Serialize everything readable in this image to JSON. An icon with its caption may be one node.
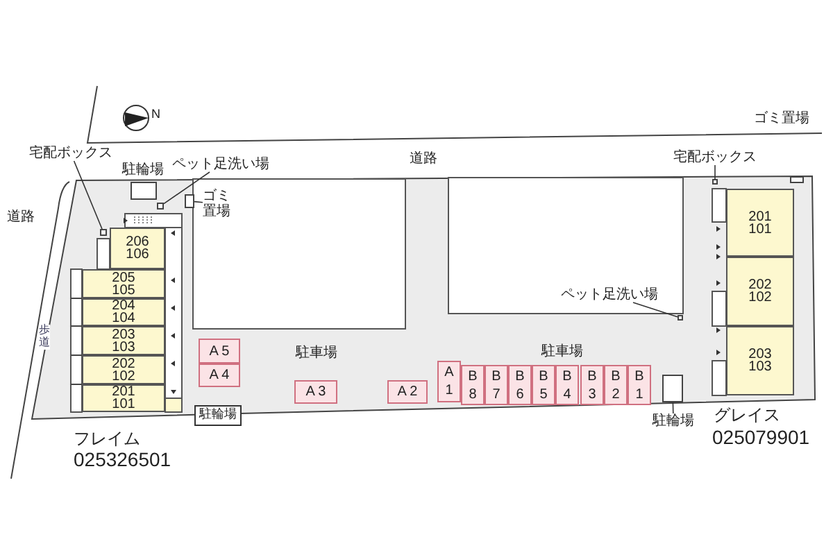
{
  "diagram": {
    "nodes": [
      {
        "text": [
          "宅配ボックス"
        ]
      },
      {
        "text": [
          "駐輪場"
        ]
      },
      {
        "text": [
          "ペット足洗い場"
        ]
      },
      {
        "text": [
          "ゴミ置場"
        ]
      },
      {
        "text": [],
        "shape": "box"
      },
      {
        "text": [],
        "shape": "box"
      },
      {
        "text": [],
        "shape": "box"
      },
      {
        "text": [
          "206",
          "106"
        ]
      },
      {
        "text": [
          "205",
          "105"
        ]
      },
      {
        "text": [
          "204",
          "104"
        ]
      },
      {
        "text": [
          "203",
          "103"
        ]
      },
      {
        "text": [
          "202",
          "102"
        ]
      },
      {
        "text": [
          "201",
          "101"
        ]
      },
      {
        "text": [
          "A 5"
        ]
      },
      {
        "text": [
          "A 4"
        ]
      },
      {
        "text": [
          "A 3"
        ]
      },
      {
        "text": [
          "A 2"
        ]
      },
      {
        "text": [
          "A 1"
        ]
      },
      {
        "text": [
          "B 8"
        ]
      },
      {
        "text": [
          "B 7"
        ]
      },
      {
        "text": [
          "B 6"
        ]
      },
      {
        "text": [
          "B 5"
        ]
      },
      {
        "text": [
          "B 4"
        ]
      },
      {
        "text": [
          "B 3"
        ]
      },
      {
        "text": [
          "B 2"
        ]
      },
      {
        "text": [
          "B 1"
        ]
      },
      {
        "text": [
          "駐輪場"
        ]
      },
      {
        "text": [
          "ゴミ置場"
        ]
      },
      {
        "text": [],
        "shape": "box"
      },
      {
        "text": [
          "宅配ボックス"
        ]
      },
      {
        "text": [],
        "shape": "box"
      },
      {
        "text": [
          "ペット足洗い場"
        ]
      },
      {
        "text": [],
        "shape": "box"
      },
      {
        "text": [
          "201",
          "101"
        ]
      },
      {
        "text": [
          "202",
          "102"
        ]
      },
      {
        "text": [
          "203",
          "103"
        ]
      },
      {
        "text": [],
        "shape": "box"
      },
      {
        "text": [
          "駐輪場"
        ]
      }
    ],
    "edges": [
      {
        "from": 0,
        "to": 4,
        "arrow": "none"
      },
      {
        "from": 2,
        "to": 5,
        "arrow": "none"
      },
      {
        "from": 3,
        "to": 6,
        "arrow": "none"
      },
      {
        "from": 29,
        "to": 30,
        "arrow": "none"
      },
      {
        "from": 31,
        "to": 32,
        "arrow": "none"
      },
      {
        "from": 37,
        "to": 36,
        "arrow": "none"
      }
    ],
    "labels": [
      "N",
      "道路",
      "道路",
      "歩道",
      "駐車場",
      "駐車場",
      "フレイム",
      "025326501",
      "グレイス",
      "025079901"
    ]
  }
}
